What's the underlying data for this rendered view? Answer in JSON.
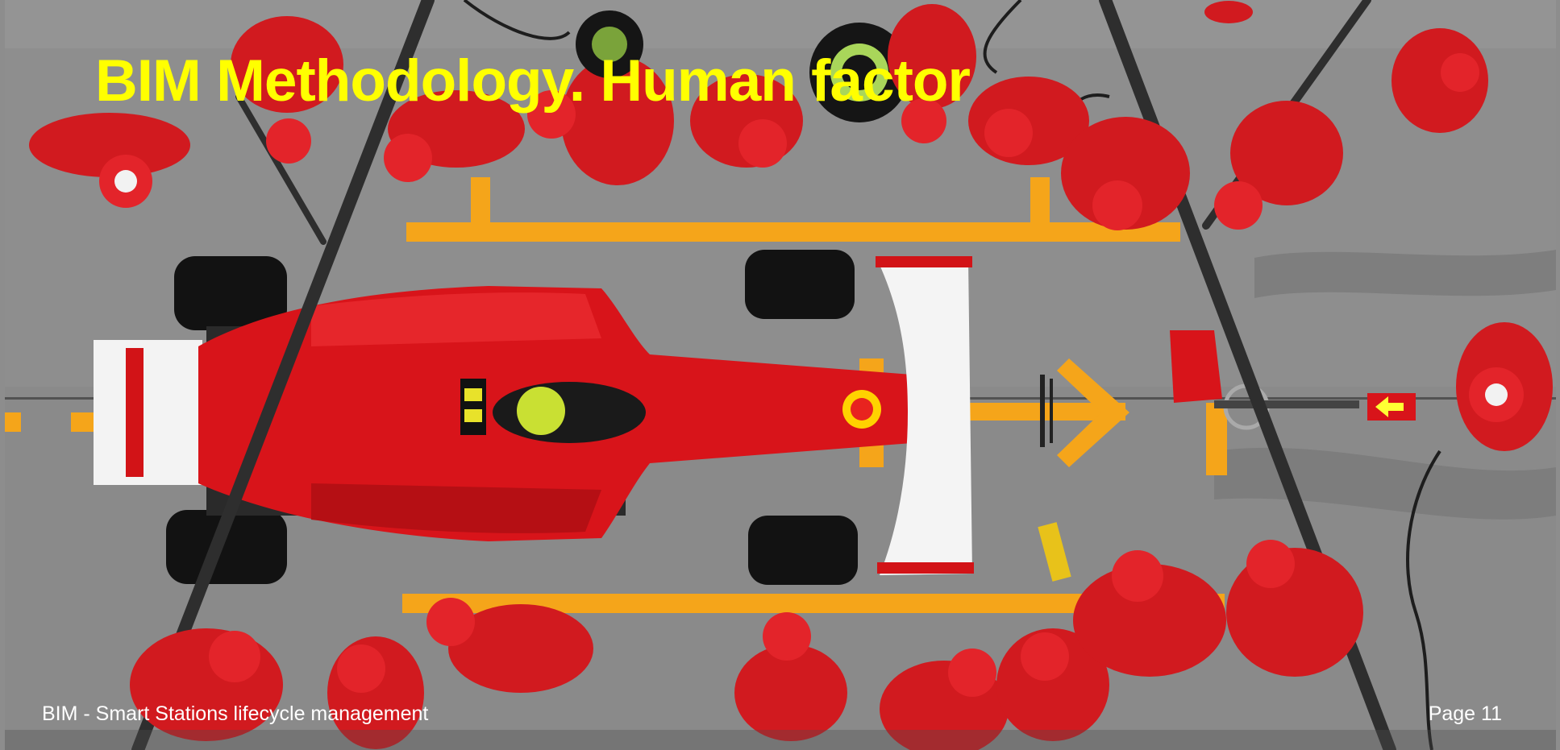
{
  "slide": {
    "title": "BIM Methodology. Human factor",
    "footer_left": "BIM - Smart Stations lifecycle management",
    "footer_right": "Page 11"
  },
  "photo": {
    "subject": "pit-stop-crew-aerial-photo"
  },
  "colors": {
    "title": "#ffff00",
    "footer_text": "#ffffff",
    "asphalt": "#8d8d8d",
    "car_red": "#d8141a",
    "lane_marking": "#f5a51a"
  }
}
